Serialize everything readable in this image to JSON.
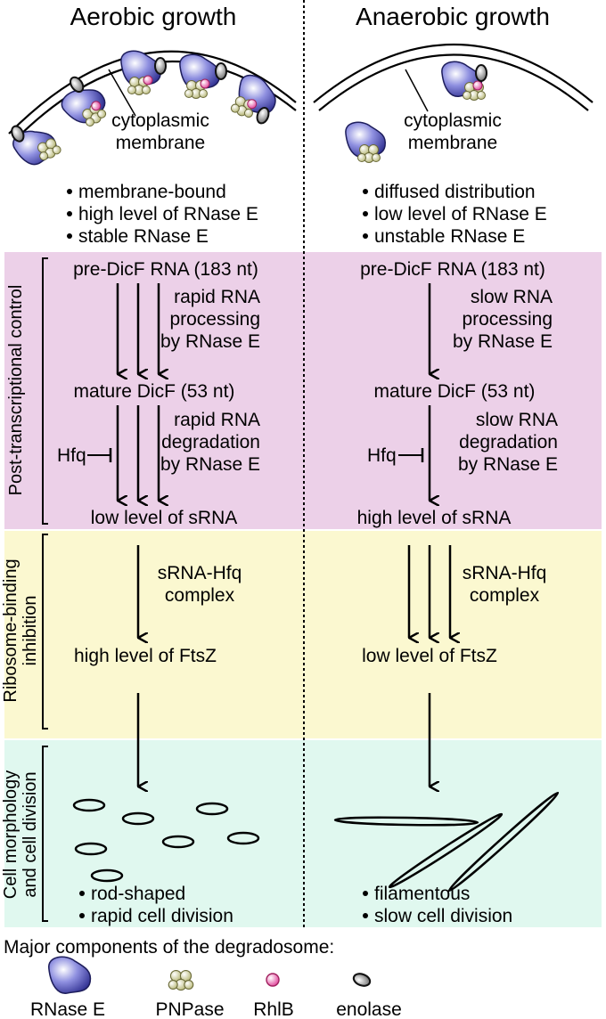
{
  "aerobic": {
    "title": "Aerobic growth",
    "membrane_label_1": "cytoplasmic",
    "membrane_label_2": "membrane",
    "bullets": [
      "membrane-bound",
      "high level of RNase E",
      "stable RNase E"
    ],
    "pre_rna": "pre-DicF RNA (183 nt)",
    "processing": [
      "rapid RNA",
      "processing",
      "by RNase E"
    ],
    "mature": "mature DicF (53 nt)",
    "degradation": [
      "rapid RNA",
      "degradation",
      "by RNase E"
    ],
    "hfq": "Hfq",
    "srna_level": "low level of sRNA",
    "complex": [
      "sRNA-Hfq",
      "complex"
    ],
    "ftsz_level": "high level of FtsZ",
    "morphology": [
      "rod-shaped",
      "rapid cell division"
    ]
  },
  "anaerobic": {
    "title": "Anaerobic growth",
    "membrane_label_1": "cytoplasmic",
    "membrane_label_2": "membrane",
    "bullets": [
      "diffused distribution",
      "low level of RNase E",
      "unstable RNase E"
    ],
    "pre_rna": "pre-DicF RNA (183 nt)",
    "processing": [
      "slow RNA",
      "processing",
      "by RNase E"
    ],
    "mature": "mature DicF (53 nt)",
    "degradation": [
      "slow RNA",
      "degradation",
      "by RNase E"
    ],
    "hfq": "Hfq",
    "srna_level": "high level of sRNA",
    "complex": [
      "sRNA-Hfq",
      "complex"
    ],
    "ftsz_level": "low level of FtsZ",
    "morphology": [
      "filamentous",
      "slow cell division"
    ]
  },
  "sections": {
    "post_transcriptional": "Post-transcriptional control",
    "ribosome_1": "Ribosome-binding",
    "ribosome_2": "inhibition",
    "cell_1": "Cell morphology",
    "cell_2": "and cell division"
  },
  "legend": {
    "title": "Major components of the degradosome:",
    "items": [
      "RNase E",
      "PNPase",
      "RhlB",
      "enolase"
    ]
  },
  "colors": {
    "post_transcriptional_bg": "#ecd0e8",
    "ribosome_bg": "#fbf8d0",
    "cell_bg": "#e0f8ef",
    "rnase_e": "#5a5bc0",
    "pnpase": "#c8c890",
    "rhlb": "#e85aa8",
    "enolase": "#9a9a9a"
  }
}
